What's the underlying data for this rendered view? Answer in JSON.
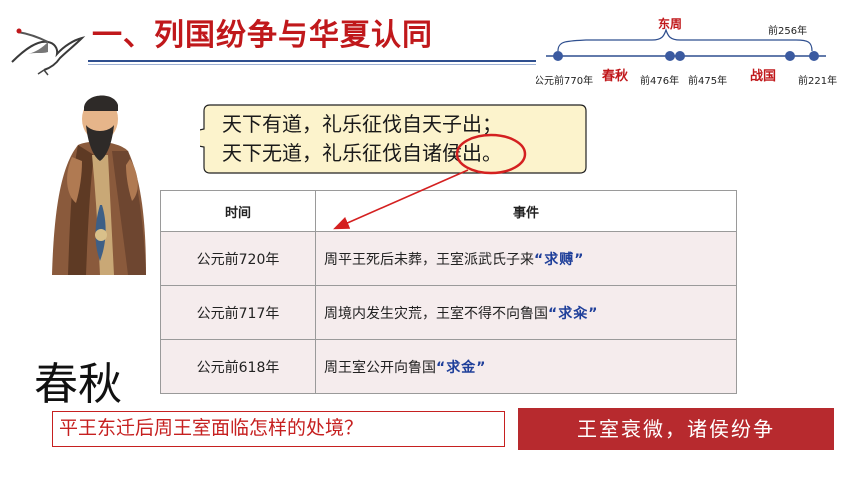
{
  "header": {
    "title": "一、列国纷争与华夏认同"
  },
  "timeline": {
    "east_zhou": "东周",
    "year_256": "前256年",
    "year_770": "公元前770年",
    "spring_autumn": "春秋",
    "year_476": "前476年",
    "year_475": "前475年",
    "warring_states": "战国",
    "year_221": "前221年"
  },
  "bubble": {
    "line1": "天下有道，礼乐征伐自天子出；",
    "line2": "天下无道，礼乐征伐自诸侯出。"
  },
  "table": {
    "headers": [
      "时间",
      "事件"
    ],
    "rows": [
      {
        "time": "公元前720年",
        "event": "周平王死后未葬，王室派武氏子来",
        "quote": "“求赙”"
      },
      {
        "time": "公元前717年",
        "event": "周境内发生灾荒，王室不得不向鲁国",
        "quote": "“求籴”"
      },
      {
        "time": "公元前618年",
        "event": "周王室公开向鲁国",
        "quote": "“求金”"
      }
    ]
  },
  "side_label": "春秋",
  "question": "平王东迁后周王室面临怎样的处境？",
  "answer": "王室衰微，诸侯纷争",
  "colors": {
    "title_red": "#c0181b",
    "answer_bg": "#b72a2e",
    "quote_blue": "#1f3f9a",
    "timeline_blue": "#2f4f8f"
  },
  "icons": {
    "crane": "crane-icon",
    "sage": "confucius-figure"
  }
}
